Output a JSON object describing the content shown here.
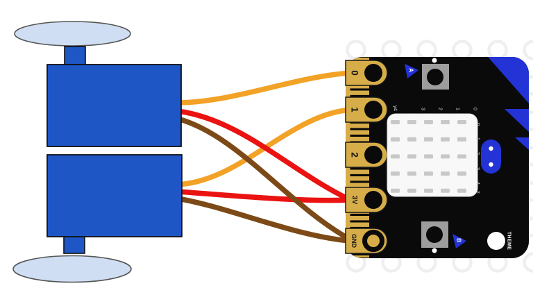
{
  "colors": {
    "servo_body_blue": "#1E56C6",
    "servo_wheel_blue": "#CFDEF2",
    "wire_signal_orange": "#F2A226",
    "wire_power_red": "#EA1311",
    "wire_ground_brown": "#7C4A17",
    "board_black": "#0A0A0A",
    "connector_gold": "#D7AD49",
    "decor_blue": "#2333D6",
    "button_gray": "#9D9D9D"
  },
  "microbit": {
    "pins": [
      {
        "label": "0"
      },
      {
        "label": "1"
      },
      {
        "label": "2"
      },
      {
        "label": "3V"
      },
      {
        "label": "GND"
      }
    ],
    "buttons": [
      {
        "label": "A"
      },
      {
        "label": "B"
      }
    ],
    "theme_button_label": "THEME",
    "led_grid": {
      "rows": 5,
      "cols": 5,
      "top_labels": [
        "y4",
        "3",
        "2",
        "1",
        "0"
      ],
      "right_labels": [
        "0",
        "1",
        "2",
        "3",
        "4",
        "x"
      ]
    }
  },
  "wires": [
    {
      "id": "servo-top-signal",
      "color": "#F2A226",
      "to_pin": "0"
    },
    {
      "id": "servo-bottom-signal",
      "color": "#F2A226",
      "to_pin": "1"
    },
    {
      "id": "servo-top-power",
      "color": "#EA1311",
      "to_pin": "3V"
    },
    {
      "id": "servo-bottom-power",
      "color": "#EA1311",
      "to_pin": "3V"
    },
    {
      "id": "servo-top-ground",
      "color": "#7C4A17",
      "to_pin": "GND"
    },
    {
      "id": "servo-bottom-ground",
      "color": "#7C4A17",
      "to_pin": "GND"
    }
  ]
}
